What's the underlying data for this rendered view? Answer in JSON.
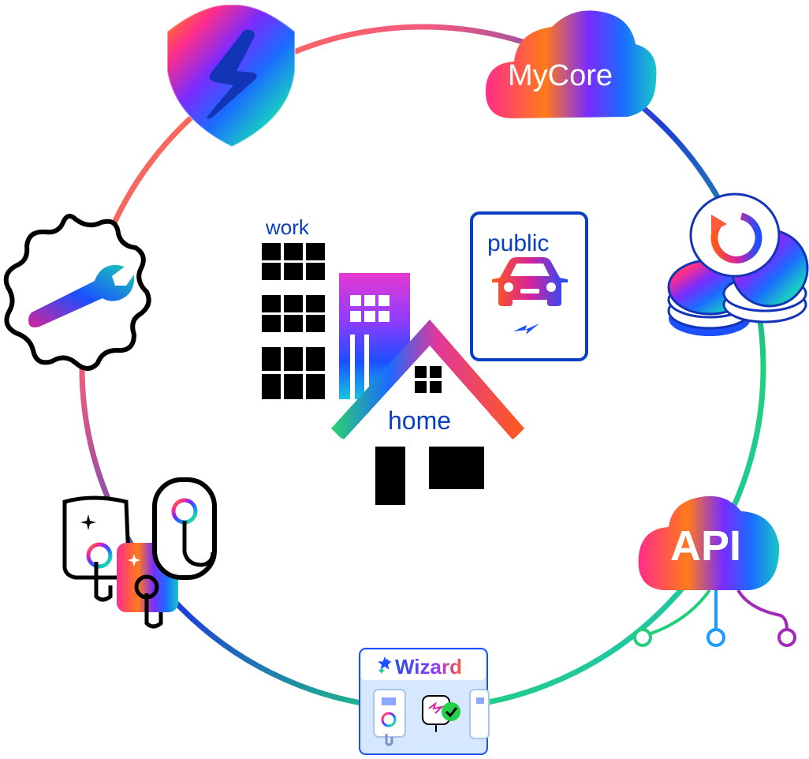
{
  "center": {
    "work_label": "work",
    "public_label": "public",
    "home_label": "home"
  },
  "ring": {
    "mycore_label": "MyCore",
    "api_label": "API",
    "wizard_label": "Wizard"
  },
  "icons": {
    "security": "lightning-shield-icon",
    "mycore": "mycore-cloud-icon",
    "billing": "coin-stack-refresh-icon",
    "api": "api-cloud-icon",
    "wizard": "wizard-panel-icon",
    "chargers": "wall-charger-icon",
    "service": "wrench-badge-icon",
    "public_ev": "ev-car-icon"
  },
  "colors": {
    "brand_blue": "#0a3fc2",
    "ring_orange": "#ff6a2a",
    "ring_pink": "#f35b7f",
    "ring_purple": "#6a2bd0",
    "ring_green": "#22d07a",
    "ring_cyan": "#1fb9d6"
  }
}
